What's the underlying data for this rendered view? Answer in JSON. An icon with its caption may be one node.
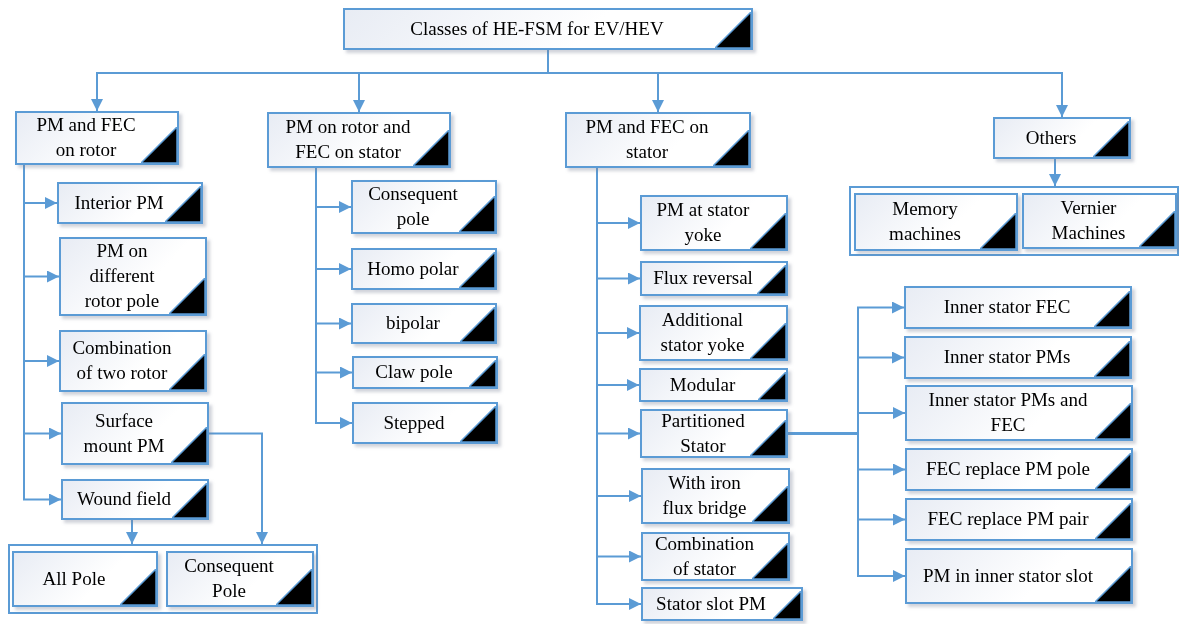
{
  "diagram": {
    "nodes": [
      {
        "text": [
          "Classes of HE-FSM for EV/HEV"
        ]
      },
      {
        "text": [
          "PM and FEC on rotor"
        ]
      },
      {
        "text": [
          "Interior PM"
        ]
      },
      {
        "text": [
          "PM on different rotor pole"
        ]
      },
      {
        "text": [
          "Combination of two rotor"
        ]
      },
      {
        "text": [
          "Surface mount PM"
        ]
      },
      {
        "text": [
          "Wound field"
        ]
      },
      {
        "text": [],
        "shape": "box"
      },
      {
        "text": [
          "All Pole"
        ],
        "in": 7
      },
      {
        "text": [
          "Consequent Pole"
        ],
        "in": 7
      },
      {
        "text": [
          "PM on rotor and FEC on stator"
        ]
      },
      {
        "text": [
          "Consequent pole"
        ]
      },
      {
        "text": [
          "Homo polar"
        ]
      },
      {
        "text": [
          "bipolar"
        ]
      },
      {
        "text": [
          "Claw pole"
        ]
      },
      {
        "text": [
          "Stepped"
        ]
      },
      {
        "text": [
          "PM and FEC on stator"
        ]
      },
      {
        "text": [
          "PM at stator yoke"
        ]
      },
      {
        "text": [
          "Flux reversal"
        ]
      },
      {
        "text": [
          "Additional stator yoke"
        ]
      },
      {
        "text": [
          "Modular"
        ]
      },
      {
        "text": [
          "Partitioned Stator"
        ]
      },
      {
        "text": [
          "With iron flux bridge"
        ]
      },
      {
        "text": [
          "Combination of stator"
        ]
      },
      {
        "text": [
          "Stator slot PM"
        ]
      },
      {
        "text": [
          "Others"
        ]
      },
      {
        "text": [],
        "shape": "box"
      },
      {
        "text": [
          "Memory machines"
        ],
        "in": 26
      },
      {
        "text": [
          "Vernier Machines"
        ],
        "in": 26
      },
      {
        "text": [
          "Inner stator FEC"
        ]
      },
      {
        "text": [
          "Inner stator PMs"
        ]
      },
      {
        "text": [
          "Inner stator PMs and FEC"
        ]
      },
      {
        "text": [
          "FEC replace PM pole"
        ]
      },
      {
        "text": [
          "FEC replace PM pair"
        ]
      },
      {
        "text": [
          "PM in inner stator slot"
        ]
      }
    ],
    "edges": [
      {
        "from": 0,
        "to": 1,
        "arrow": "to"
      },
      {
        "from": 0,
        "to": 10,
        "arrow": "to"
      },
      {
        "from": 0,
        "to": 16,
        "arrow": "to"
      },
      {
        "from": 0,
        "to": 25,
        "arrow": "to"
      },
      {
        "from": 1,
        "to": 2,
        "arrow": "to"
      },
      {
        "from": 1,
        "to": 3,
        "arrow": "to"
      },
      {
        "from": 1,
        "to": 4,
        "arrow": "to"
      },
      {
        "from": 1,
        "to": 5,
        "arrow": "to"
      },
      {
        "from": 1,
        "to": 6,
        "arrow": "to"
      },
      {
        "from": 6,
        "to": 7,
        "arrow": "to"
      },
      {
        "from": 5,
        "to": 7,
        "arrow": "to"
      },
      {
        "from": 10,
        "to": 11,
        "arrow": "to"
      },
      {
        "from": 10,
        "to": 12,
        "arrow": "to"
      },
      {
        "from": 10,
        "to": 13,
        "arrow": "to"
      },
      {
        "from": 10,
        "to": 14,
        "arrow": "to"
      },
      {
        "from": 10,
        "to": 15,
        "arrow": "to"
      },
      {
        "from": 16,
        "to": 17,
        "arrow": "to"
      },
      {
        "from": 16,
        "to": 18,
        "arrow": "to"
      },
      {
        "from": 16,
        "to": 19,
        "arrow": "to"
      },
      {
        "from": 16,
        "to": 20,
        "arrow": "to"
      },
      {
        "from": 16,
        "to": 21,
        "arrow": "to"
      },
      {
        "from": 16,
        "to": 22,
        "arrow": "to"
      },
      {
        "from": 16,
        "to": 23,
        "arrow": "to"
      },
      {
        "from": 16,
        "to": 24,
        "arrow": "to"
      },
      {
        "from": 25,
        "to": 26,
        "arrow": "to"
      },
      {
        "from": 21,
        "to": 29,
        "arrow": "to"
      },
      {
        "from": 21,
        "to": 30,
        "arrow": "to"
      },
      {
        "from": 21,
        "to": 31,
        "arrow": "to"
      },
      {
        "from": 21,
        "to": 32,
        "arrow": "to"
      },
      {
        "from": 21,
        "to": 33,
        "arrow": "to"
      },
      {
        "from": 21,
        "to": 34,
        "arrow": "to"
      }
    ]
  }
}
